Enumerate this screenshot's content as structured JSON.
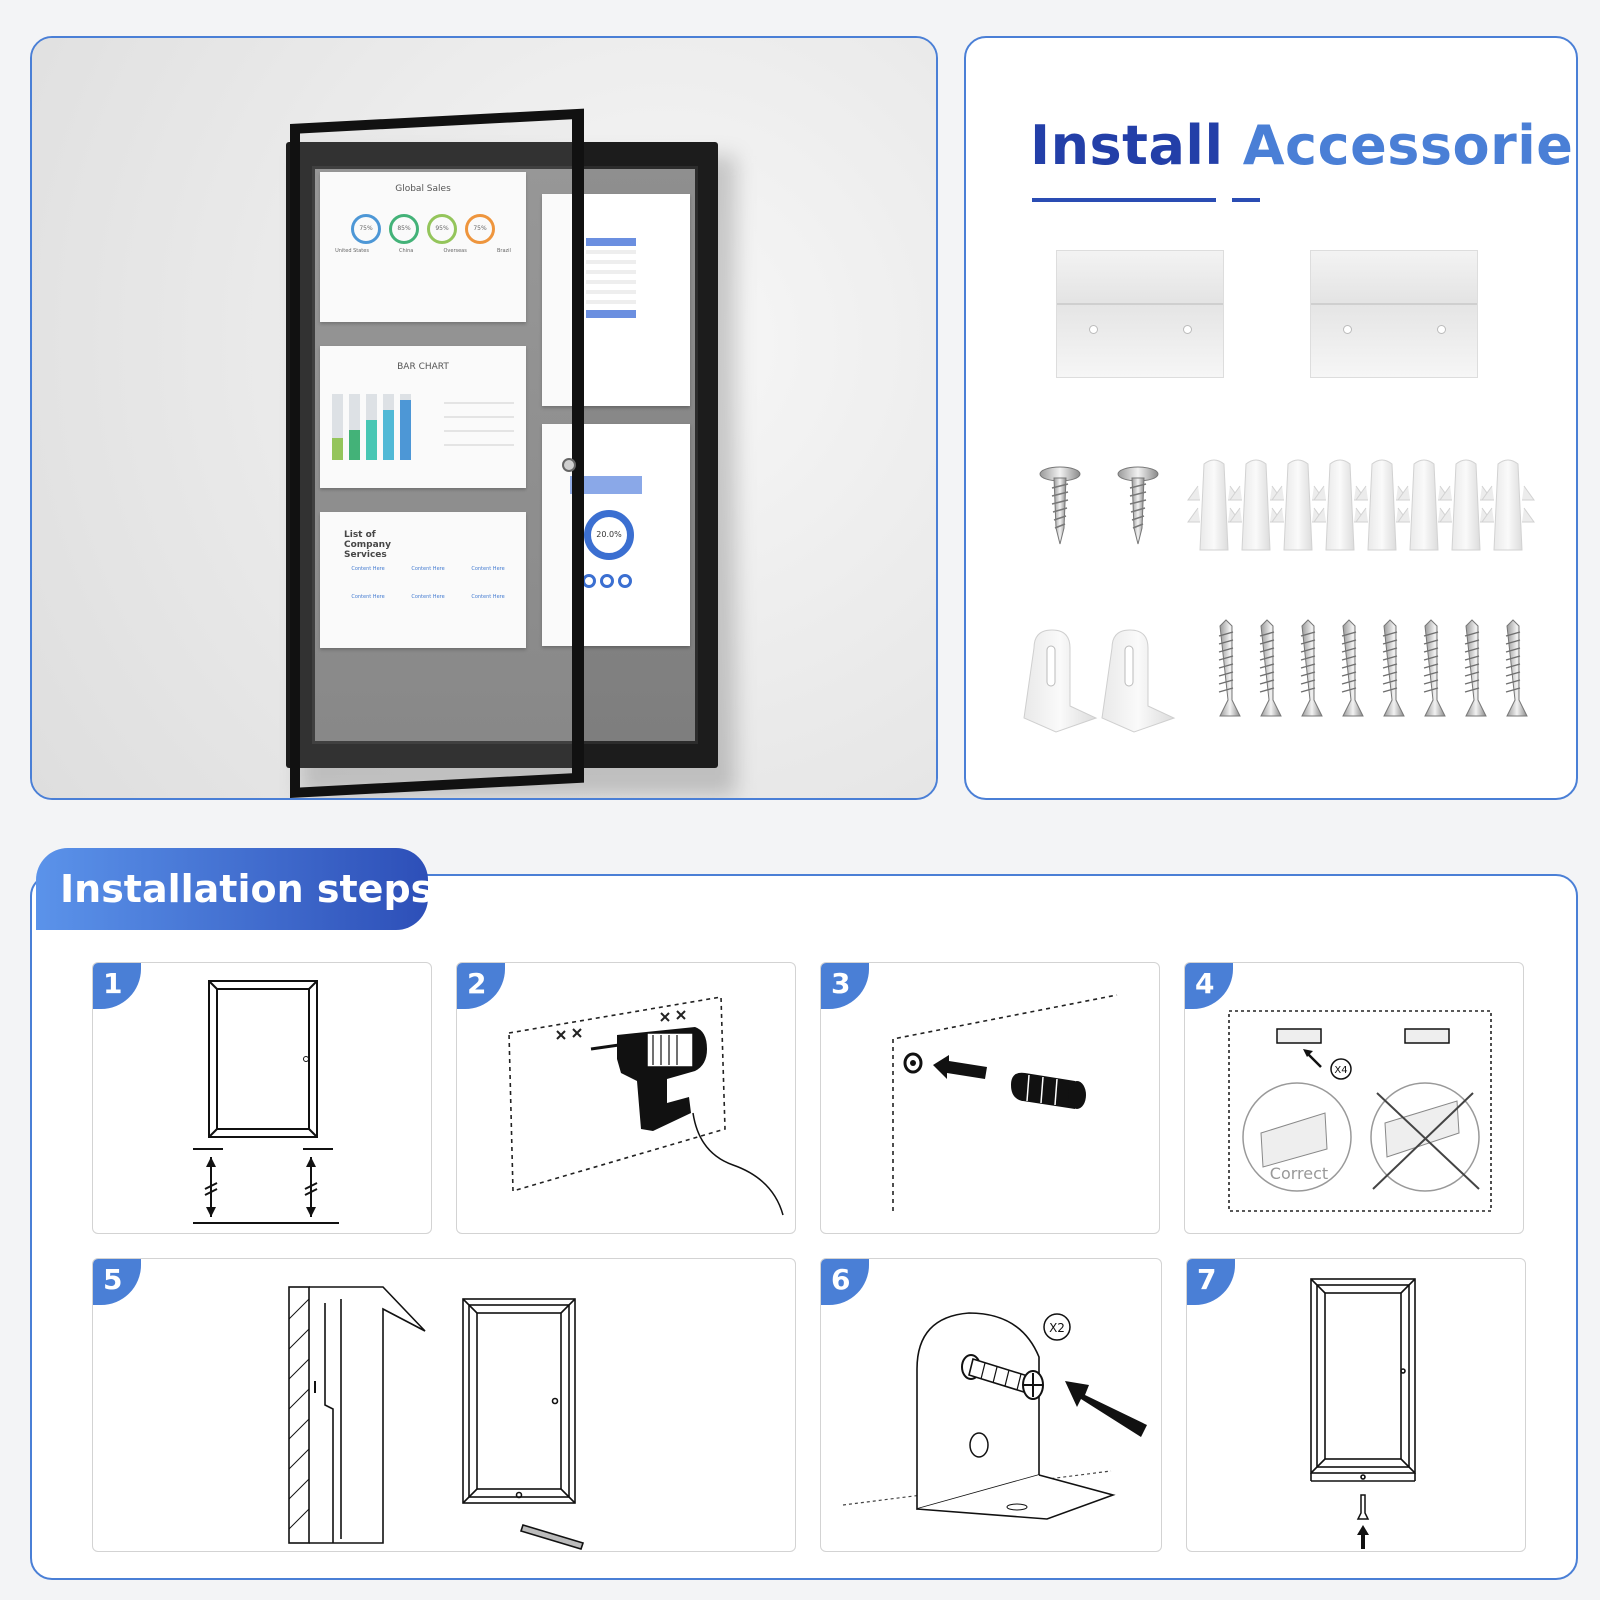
{
  "accessories": {
    "title_1": "Install",
    "title_2": "Accessories"
  },
  "photo": {
    "sheet1_title": "Global Sales",
    "sheet1_values": [
      "75%",
      "85%",
      "95%",
      "75%"
    ],
    "sheet1_regions": [
      "United States",
      "China",
      "Overseas",
      "Brazil"
    ],
    "sheet2_title": "BAR CHART",
    "sheet3_title": "List of Company Services",
    "sheet3_items": [
      "Content Here",
      "Content Here",
      "Content Here",
      "Content Here",
      "Content Here",
      "Content Here"
    ],
    "sheet5_value": "20.0%"
  },
  "steps": {
    "heading": "Installation steps",
    "items": [
      {
        "num": "1"
      },
      {
        "num": "2"
      },
      {
        "num": "3"
      },
      {
        "num": "4",
        "qty": "X4",
        "correct": "Correct"
      },
      {
        "num": "5"
      },
      {
        "num": "6",
        "qty": "X2"
      },
      {
        "num": "7"
      }
    ]
  },
  "colors": {
    "accent": "#4a7fd6",
    "accent_dark": "#233fa8"
  }
}
